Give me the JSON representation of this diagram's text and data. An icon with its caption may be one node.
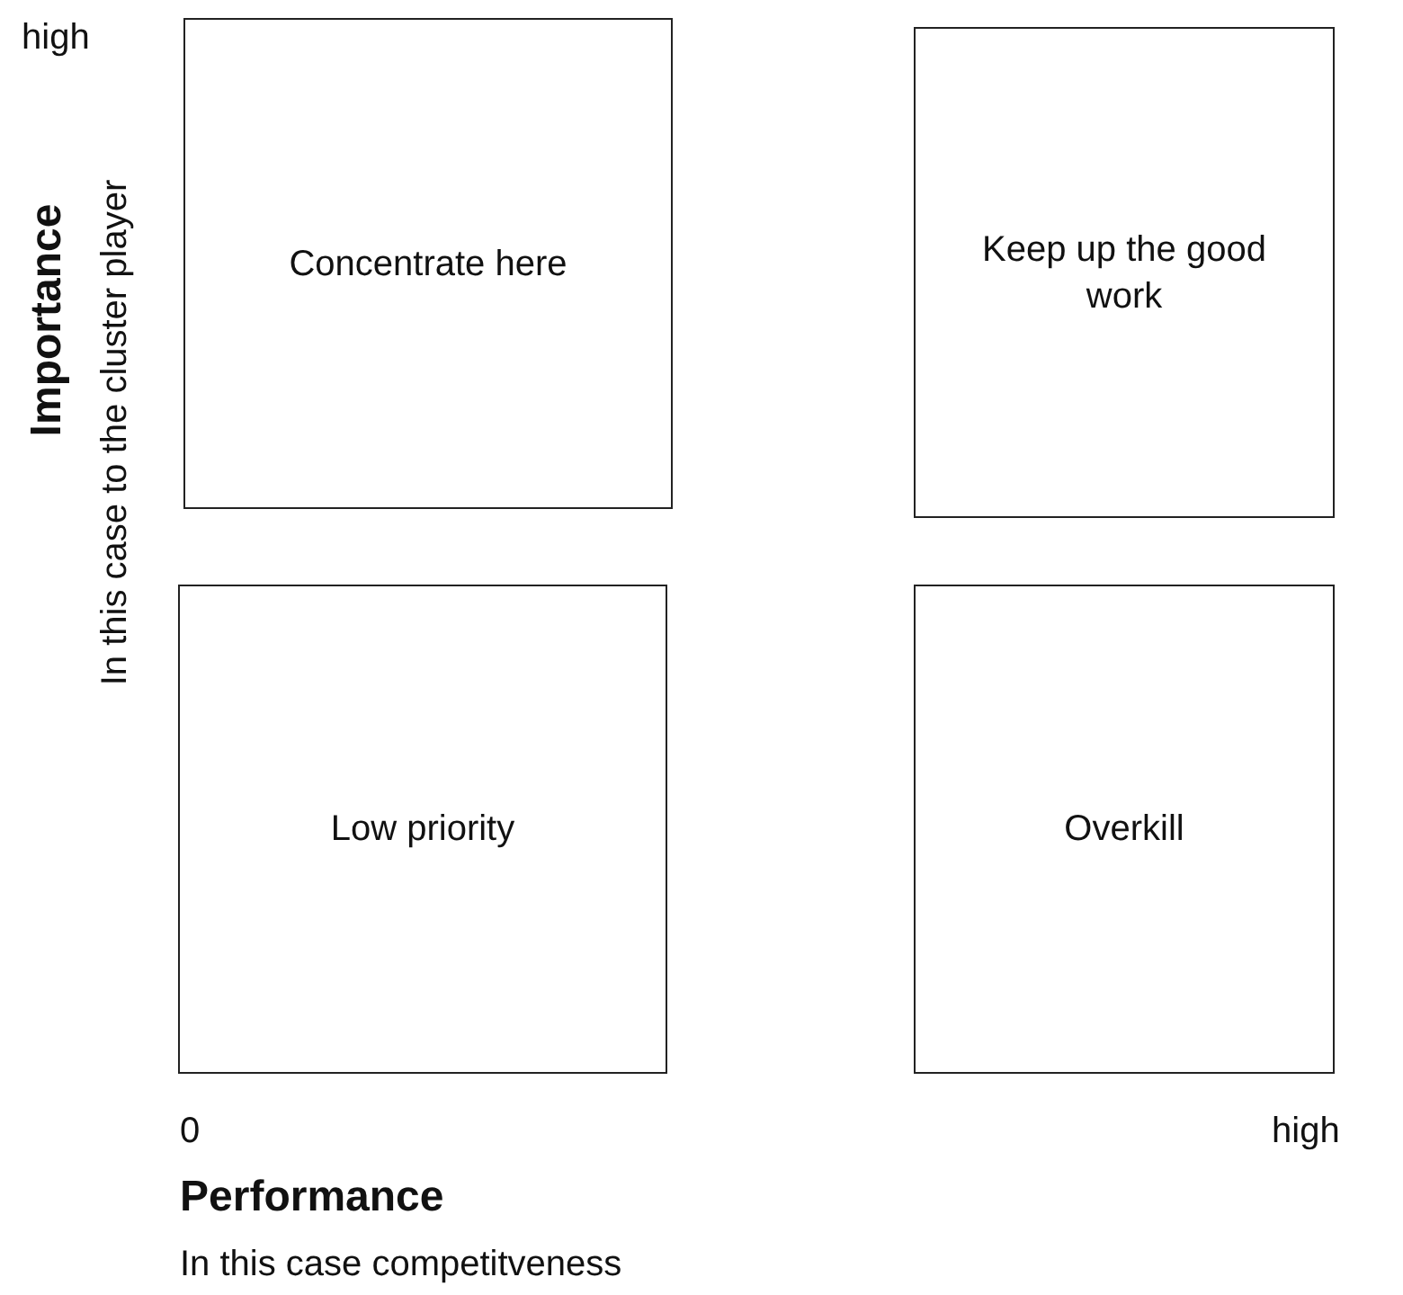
{
  "diagram": {
    "nodes": [
      {
        "text": [
          "Concentrate here"
        ]
      },
      {
        "text": [
          "Keep up the good work"
        ]
      },
      {
        "text": [
          "Low priority"
        ]
      },
      {
        "text": [
          "Overkill"
        ]
      }
    ],
    "labels": [
      "high",
      "Importance",
      "In this case to the cluster player",
      "0",
      "high",
      "Performance",
      "In this case competitveness"
    ]
  }
}
